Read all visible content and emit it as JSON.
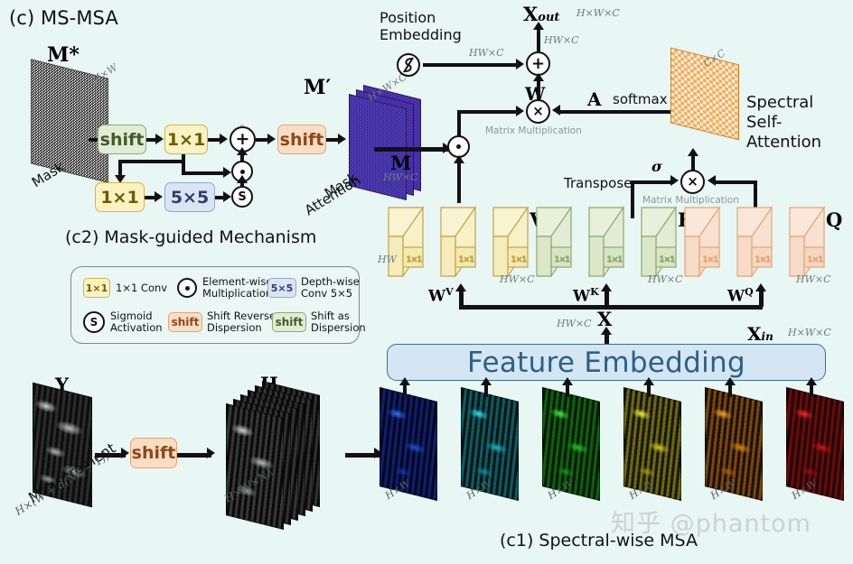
{
  "figure": {
    "title": "(c) MS-MSA",
    "background_color": "#e8f6f4",
    "watermark": "知乎 @phantom",
    "sub_captions": {
      "c2": "(c2) Mask-guided Mechanism",
      "c1": "(c1) Spectral-wise MSA"
    }
  },
  "mask_branch": {
    "input_symbol": "M*",
    "input_dim": "H×W",
    "input_caption": "Mask",
    "blocks": [
      {
        "label": "shift",
        "kind": "shift-dispersion"
      },
      {
        "label": "1×1",
        "kind": "conv1x1"
      },
      {
        "label": "1×1",
        "kind": "conv1x1"
      },
      {
        "label": "5×5",
        "kind": "dwconv5x5"
      },
      {
        "label": "shift",
        "kind": "shift-reverse"
      }
    ],
    "operators": {
      "add": "+",
      "mul": "·",
      "sigmoid": "S"
    },
    "output_symbol": "M′",
    "output_dim": "H×W×C",
    "output_caption_line1": "Mask",
    "output_caption_line2": "Attention",
    "to_attention_symbol": "M",
    "to_attention_dim": "HW×C"
  },
  "attention": {
    "position_embedding_label_line1": "Position",
    "position_embedding_label_line2": "Embedding",
    "position_embedding_icon": "lightning-circle-icon",
    "position_embedding_dim": "HW×C",
    "output_symbol": "X",
    "output_subscript": "out",
    "output_dim": "H×W×C",
    "output_edge_dim": "HW×C",
    "add_operator": "+",
    "elementwise_operator": "·",
    "w_symbol": "W",
    "a_symbol": "A",
    "softmax_label": "softmax",
    "matmul_label": "Matrix Multiplication",
    "sigma_label": "σ",
    "transpose_label": "Transpose",
    "spectral_map_dim": "C×C",
    "spectral_title_line1": "Spectral",
    "spectral_title_line2": "Self-Attention"
  },
  "projections": {
    "shared_input_symbol": "X",
    "shared_input_dim": "HW×C",
    "stacks": [
      {
        "symbol": "V",
        "weight": "W",
        "weight_sup": "V",
        "cube_label": "1×1",
        "cube_count": 3,
        "dim": "HW×C",
        "depth_label": "HW",
        "color": "#f7edbe"
      },
      {
        "symbol": "K",
        "weight": "W",
        "weight_sup": "K",
        "cube_label": "1×1",
        "cube_count": 3,
        "dim": "HW×C",
        "depth_label": "",
        "color": "#dfeacf"
      },
      {
        "symbol": "Q",
        "weight": "W",
        "weight_sup": "Q",
        "cube_label": "1×1",
        "cube_count": 3,
        "dim": "HW×C",
        "depth_label": "",
        "color": "#f8ddcd"
      }
    ]
  },
  "legend": {
    "items": [
      {
        "chip": "1×1",
        "chip_kind": "conv1x1",
        "text_line1": "1×1 Conv",
        "text_line2": ""
      },
      {
        "chip": "·",
        "chip_kind": "elementwise-circle",
        "text_line1": "Element-wise",
        "text_line2": "Multiplication"
      },
      {
        "chip": "5×5",
        "chip_kind": "dwconv5x5",
        "text_line1": "Depth-wise",
        "text_line2": "Conv 5×5"
      },
      {
        "chip": "S",
        "chip_kind": "sigmoid-circle",
        "text_line1": "Sigmoid",
        "text_line2": "Activation"
      },
      {
        "chip": "shift",
        "chip_kind": "shift-reverse",
        "text_line1": "Shift Reverses",
        "text_line2": "Dispersion"
      },
      {
        "chip": "shift",
        "chip_kind": "shift-dispersion",
        "text_line1": "Shift as",
        "text_line2": "Dispersion"
      }
    ]
  },
  "bottom_pipeline": {
    "measurement_symbol": "Y",
    "measurement_caption": "Measurement",
    "measurement_dim": "H×(W + d(Nλ − 1))",
    "shift_block": "shift",
    "cube_symbol": "H",
    "cube_dim": "H×W×Nλ",
    "feature_embedding_label": "Feature Embedding",
    "x_in_symbol": "X",
    "x_in_subscript": "in",
    "x_in_dim": "H×W×C",
    "bands": [
      {
        "dim": "H×W",
        "color": "#1342c8"
      },
      {
        "dim": "H×W",
        "color": "#14b6bd"
      },
      {
        "dim": "H×W",
        "color": "#1fc41f"
      },
      {
        "dim": "H×W",
        "color": "#d8d215"
      },
      {
        "dim": "H×W",
        "color": "#e08a12"
      },
      {
        "dim": "H×W",
        "color": "#cf1016"
      }
    ]
  }
}
